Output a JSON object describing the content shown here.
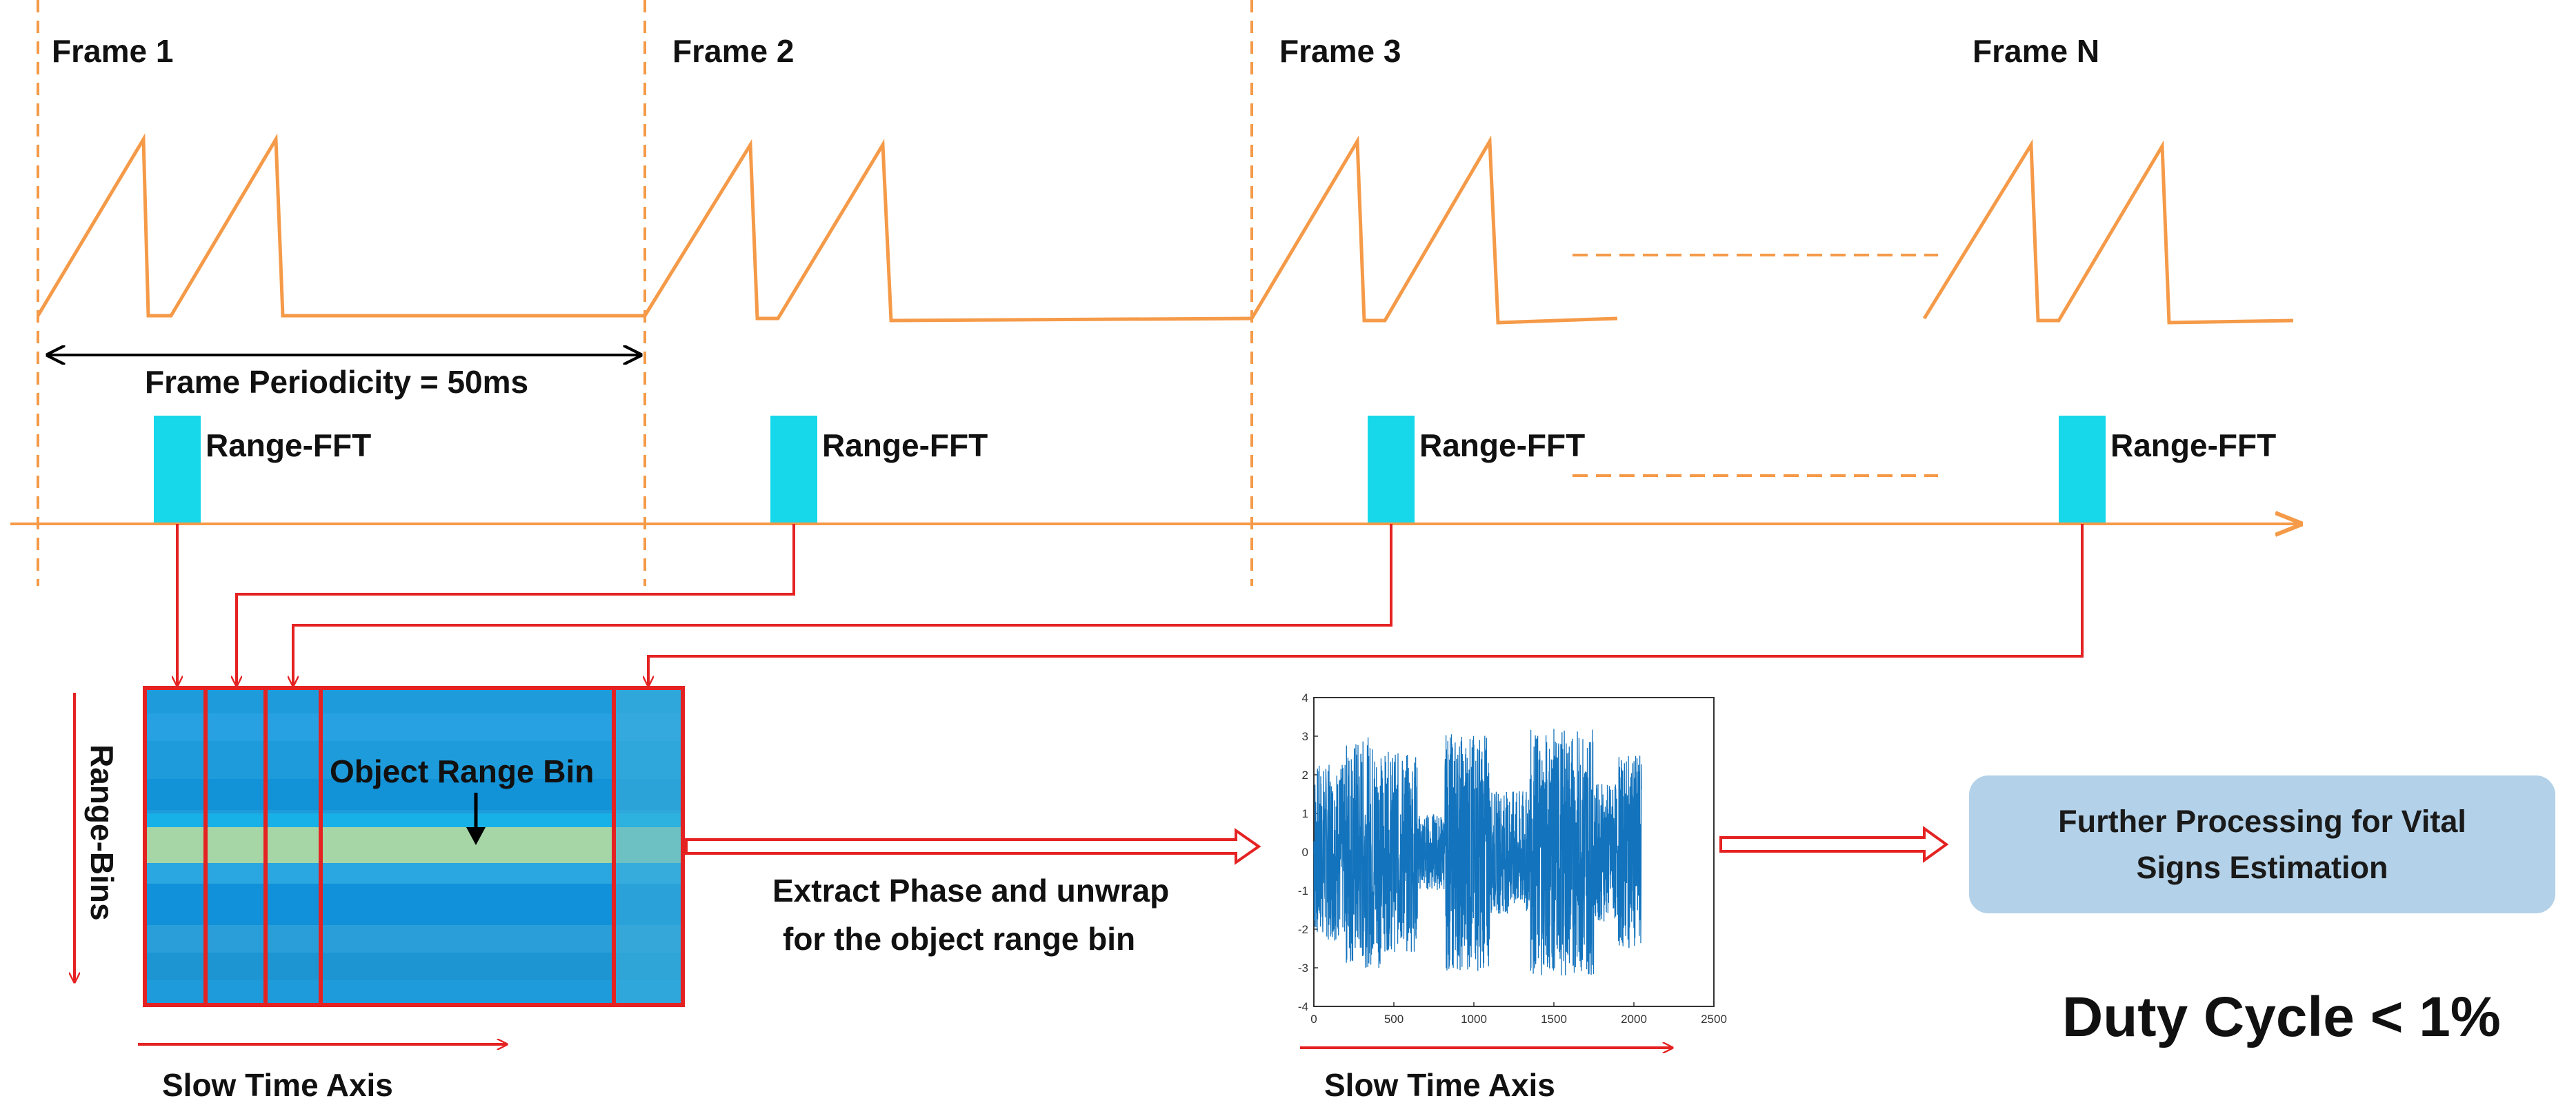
{
  "frames": [
    {
      "label": "Frame 1"
    },
    {
      "label": "Frame 2"
    },
    {
      "label": "Frame 3"
    },
    {
      "label": "Frame N"
    }
  ],
  "frame_periodicity_label": "Frame Periodicity = 50ms",
  "range_fft_label": "Range-FFT",
  "range_bins_label": "Range-Bins",
  "object_range_bin_label": "Object Range Bin",
  "slow_time_axis_label": "Slow Time Axis",
  "extract_phase": {
    "line1": "Extract Phase and unwrap",
    "line2": "for the object range bin"
  },
  "further_processing": {
    "line1": "Further Processing for Vital",
    "line2": "Signs Estimation"
  },
  "duty_cycle_label": "Duty Cycle < 1%",
  "phase_plot": {
    "x_ticks": [
      "0",
      "500",
      "1000",
      "1500",
      "2000",
      "2500"
    ],
    "y_ticks": [
      "4",
      "3",
      "2",
      "1",
      "0",
      "-1",
      "-2",
      "-3",
      "-4"
    ],
    "xlim": [
      0,
      2500
    ],
    "ylim": [
      -4,
      4
    ],
    "n_samples": 2048
  },
  "colors": {
    "chirp": "#F59A48",
    "frame_divider": "#F59A48",
    "timeline": "#F59A48",
    "range_fft_block": "#17D8EA",
    "connector": "#E52222",
    "matrix_fill": "#1E9BDB",
    "object_bin": "#A6D6A6",
    "signal": "#1373BD",
    "info_box": "#B3D1E8"
  }
}
